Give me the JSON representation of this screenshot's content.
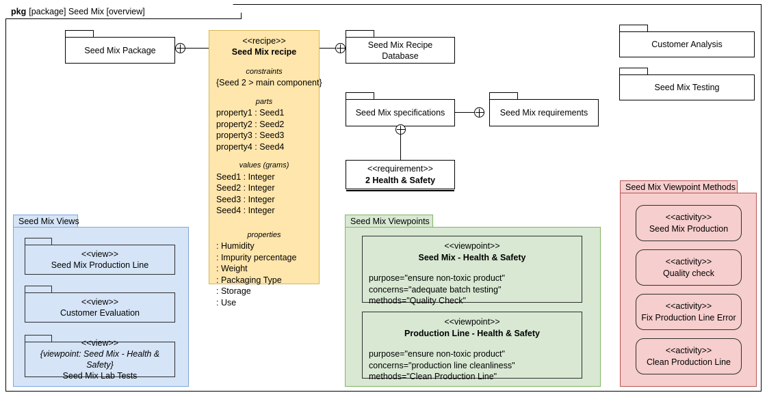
{
  "frame": {
    "keyword": "pkg",
    "title": "[package] Seed Mix [overview]"
  },
  "packages": {
    "seed_mix_package": {
      "label": "Seed Mix Package"
    },
    "recipe_database": {
      "label": "Seed Mix Recipe Database"
    },
    "specifications": {
      "label": "Seed Mix specifications"
    },
    "requirements": {
      "label": "Seed Mix requirements"
    },
    "customer_analysis": {
      "label": "Customer Analysis"
    },
    "seed_mix_testing": {
      "label": "Seed Mix Testing"
    }
  },
  "recipe": {
    "stereotype": "<<recipe>>",
    "name": "Seed Mix recipe",
    "compartments": [
      {
        "title": "constraints",
        "centered": true,
        "lines": [
          "{Seed 2 > main component}"
        ]
      },
      {
        "title": "parts",
        "centered": false,
        "lines": [
          "property1 : Seed1",
          "property2 : Seed2",
          "property3 : Seed3",
          "property4 : Seed4"
        ]
      },
      {
        "title": "values (grams)",
        "centered": false,
        "lines": [
          "Seed1 : Integer",
          "Seed2 : Integer",
          "Seed3 : Integer",
          "Seed4 : Integer"
        ]
      },
      {
        "title": "properties",
        "centered": false,
        "lines": [
          ": Humidity",
          ": Impurity percentage",
          ": Weight",
          ": Packaging Type",
          ": Storage",
          ": Use"
        ]
      }
    ]
  },
  "requirement_block": {
    "stereotype": "<<requirement>>",
    "name": "2 Health & Safety"
  },
  "views_region": {
    "title": "Seed Mix Views",
    "color": "#d5e4f7",
    "items": [
      {
        "stereotype": "<<view>>",
        "qualifier": "",
        "name": "Seed Mix Production Line"
      },
      {
        "stereotype": "<<view>>",
        "qualifier": "",
        "name": "Customer Evaluation"
      },
      {
        "stereotype": "<<view>>",
        "qualifier": "{viewpoint: Seed Mix - Health & Safety}",
        "name": "Seed Mix Lab Tests"
      }
    ]
  },
  "viewpoints_region": {
    "title": "Seed Mix Viewpoints",
    "color": "#d8e8d3",
    "items": [
      {
        "stereotype": "<<viewpoint>>",
        "name": "Seed Mix - Health & Safety",
        "attributes": [
          "purpose=\"ensure non-toxic product\"",
          "concerns=\"adequate batch testing\"",
          "methods=\"Quality Check\""
        ]
      },
      {
        "stereotype": "<<viewpoint>>",
        "name": "Production Line - Health & Safety",
        "attributes": [
          "purpose=\"ensure non-toxic product\"",
          "concerns=\"production line cleanliness\"",
          "methods=\"Clean Production Line\""
        ]
      }
    ]
  },
  "methods_region": {
    "title": "Seed Mix Viewpoint Methods",
    "color": "#f6cecd",
    "items": [
      {
        "stereotype": "<<activity>>",
        "name": "Seed Mix Production"
      },
      {
        "stereotype": "<<activity>>",
        "name": "Quality check"
      },
      {
        "stereotype": "<<activity>>",
        "name": "Fix Production Line Error"
      },
      {
        "stereotype": "<<activity>>",
        "name": "Clean Production Line"
      }
    ]
  },
  "connectors": [
    {
      "name": "containment-package-to-recipe"
    },
    {
      "name": "containment-recipe-to-database"
    },
    {
      "name": "containment-specifications-to-requirements"
    },
    {
      "name": "containment-specifications-to-health-safety"
    }
  ]
}
